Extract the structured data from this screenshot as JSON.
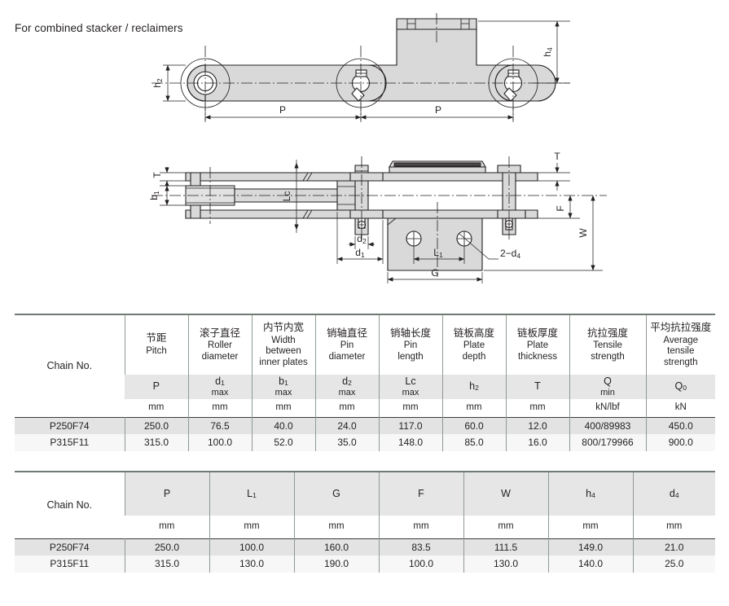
{
  "caption": "For combined stacker / reclaimers",
  "drawing": {
    "top_view_labels": [
      "h2",
      "P",
      "P",
      "h4"
    ],
    "section_view_labels": [
      "T",
      "b1",
      "Lc",
      "d2",
      "d1",
      "L1",
      "G",
      "2−d4",
      "T",
      "F",
      "W"
    ],
    "callout_hole": "2−d4",
    "dim_h2": "h2",
    "dim_h4": "h4",
    "dim_P_left": "P",
    "dim_P_right": "P",
    "dim_T_left": "T",
    "dim_T_right": "T",
    "dim_b1": "b1",
    "dim_Lc": "Lc",
    "dim_d1": "d1",
    "dim_d2": "d2",
    "dim_L1": "L1",
    "dim_G": "G",
    "dim_F": "F",
    "dim_W": "W"
  },
  "colors": {
    "metal_fill": "#d9d9d9",
    "line": "#231f20",
    "table_rule": "#6e7b72",
    "header_shade": "#e6e6e6",
    "row_shade": "#e3e3e3"
  },
  "table1": {
    "first_col_header": "Chain No.",
    "columns": [
      {
        "cn": "节距",
        "en": "Pitch",
        "symbol": "P",
        "sub": "",
        "qualifier": "",
        "unit": "mm"
      },
      {
        "cn": "滚子直径",
        "en": "Roller\ndiameter",
        "symbol": "d",
        "sub": "1",
        "qualifier": "max",
        "unit": "mm"
      },
      {
        "cn": "内节内宽",
        "en": "Width\nbetween\ninner plates",
        "symbol": "b",
        "sub": "1",
        "qualifier": "max",
        "unit": "mm"
      },
      {
        "cn": "销轴直径",
        "en": "Pin\ndiameter",
        "symbol": "d",
        "sub": "2",
        "qualifier": "max",
        "unit": "mm"
      },
      {
        "cn": "销轴长度",
        "en": "Pin\nlength",
        "symbol": "Lc",
        "sub": "",
        "qualifier": "max",
        "unit": "mm"
      },
      {
        "cn": "链板高度",
        "en": "Plate\ndepth",
        "symbol": "h",
        "sub": "2",
        "qualifier": "",
        "unit": "mm"
      },
      {
        "cn": "链板厚度",
        "en": "Plate\nthickness",
        "symbol": "T",
        "sub": "",
        "qualifier": "",
        "unit": "mm"
      },
      {
        "cn": "抗拉强度",
        "en": "Tensile\nstrength",
        "symbol": "Q",
        "sub": "",
        "qualifier": "min",
        "unit": "kN/lbf"
      },
      {
        "cn": "平均抗拉强度",
        "en": "Average\ntensile\nstrength",
        "symbol": "Q",
        "sub": "0",
        "qualifier": "",
        "unit": "kN"
      }
    ],
    "rows": [
      {
        "name": "P250F74",
        "values": [
          "250.0",
          "76.5",
          "40.0",
          "24.0",
          "117.0",
          "60.0",
          "12.0",
          "400/89983",
          "450.0"
        ]
      },
      {
        "name": "P315F11",
        "values": [
          "315.0",
          "100.0",
          "52.0",
          "35.0",
          "148.0",
          "85.0",
          "16.0",
          "800/179966",
          "900.0"
        ]
      }
    ]
  },
  "table2": {
    "first_col_header": "Chain No.",
    "columns": [
      {
        "symbol": "P",
        "sub": "",
        "unit": "mm"
      },
      {
        "symbol": "L",
        "sub": "1",
        "unit": "mm"
      },
      {
        "symbol": "G",
        "sub": "",
        "unit": "mm"
      },
      {
        "symbol": "F",
        "sub": "",
        "unit": "mm"
      },
      {
        "symbol": "W",
        "sub": "",
        "unit": "mm"
      },
      {
        "symbol": "h",
        "sub": "4",
        "unit": "mm"
      },
      {
        "symbol": "d",
        "sub": "4",
        "unit": "mm"
      }
    ],
    "rows": [
      {
        "name": "P250F74",
        "values": [
          "250.0",
          "100.0",
          "160.0",
          "83.5",
          "111.5",
          "149.0",
          "21.0"
        ]
      },
      {
        "name": "P315F11",
        "values": [
          "315.0",
          "130.0",
          "190.0",
          "100.0",
          "130.0",
          "140.0",
          "25.0"
        ]
      }
    ]
  }
}
